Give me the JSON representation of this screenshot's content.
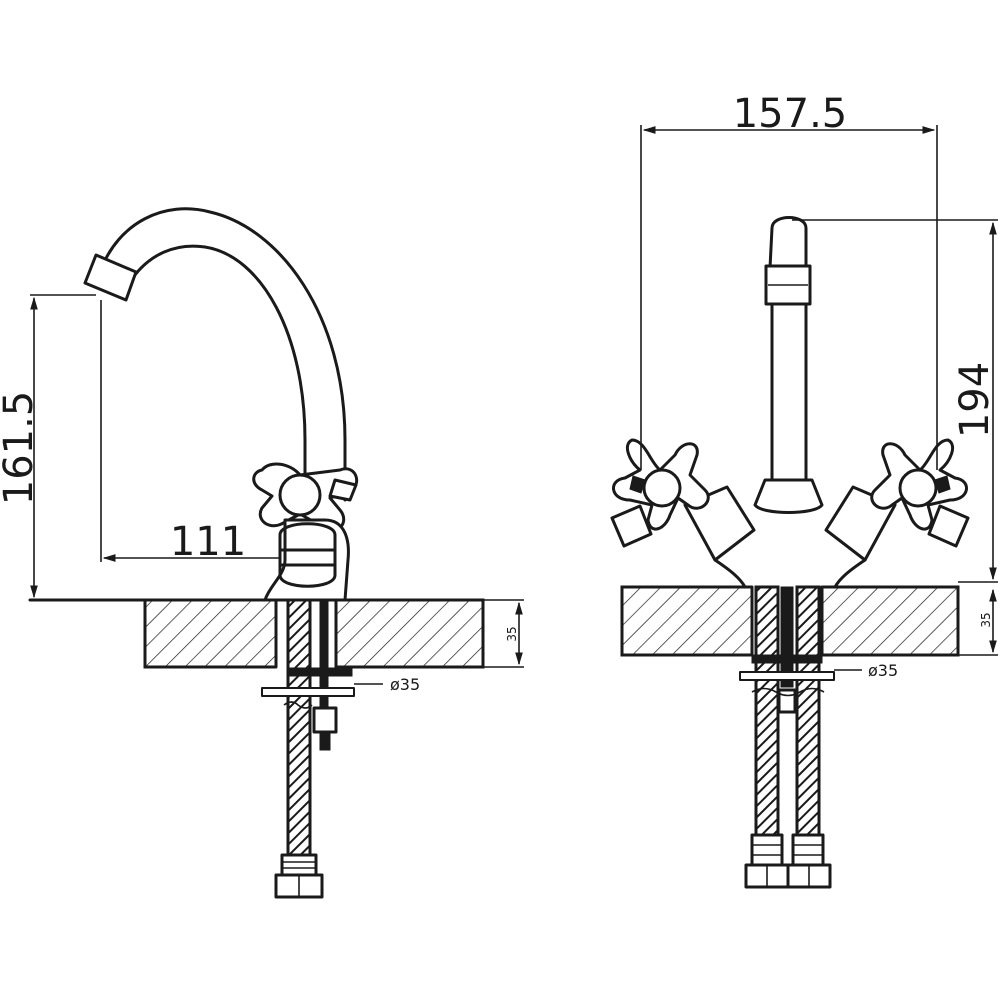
{
  "side_view": {
    "height_label": "161.5",
    "reach_label": "111",
    "counter_thickness_label": "35",
    "hole_diameter_label": "ø35"
  },
  "front_view": {
    "width_label": "157.5",
    "height_label": "194",
    "counter_thickness_label": "35",
    "hole_diameter_label": "ø35"
  },
  "colors": {
    "ink": "#1a1a1a",
    "paper": "#ffffff"
  }
}
